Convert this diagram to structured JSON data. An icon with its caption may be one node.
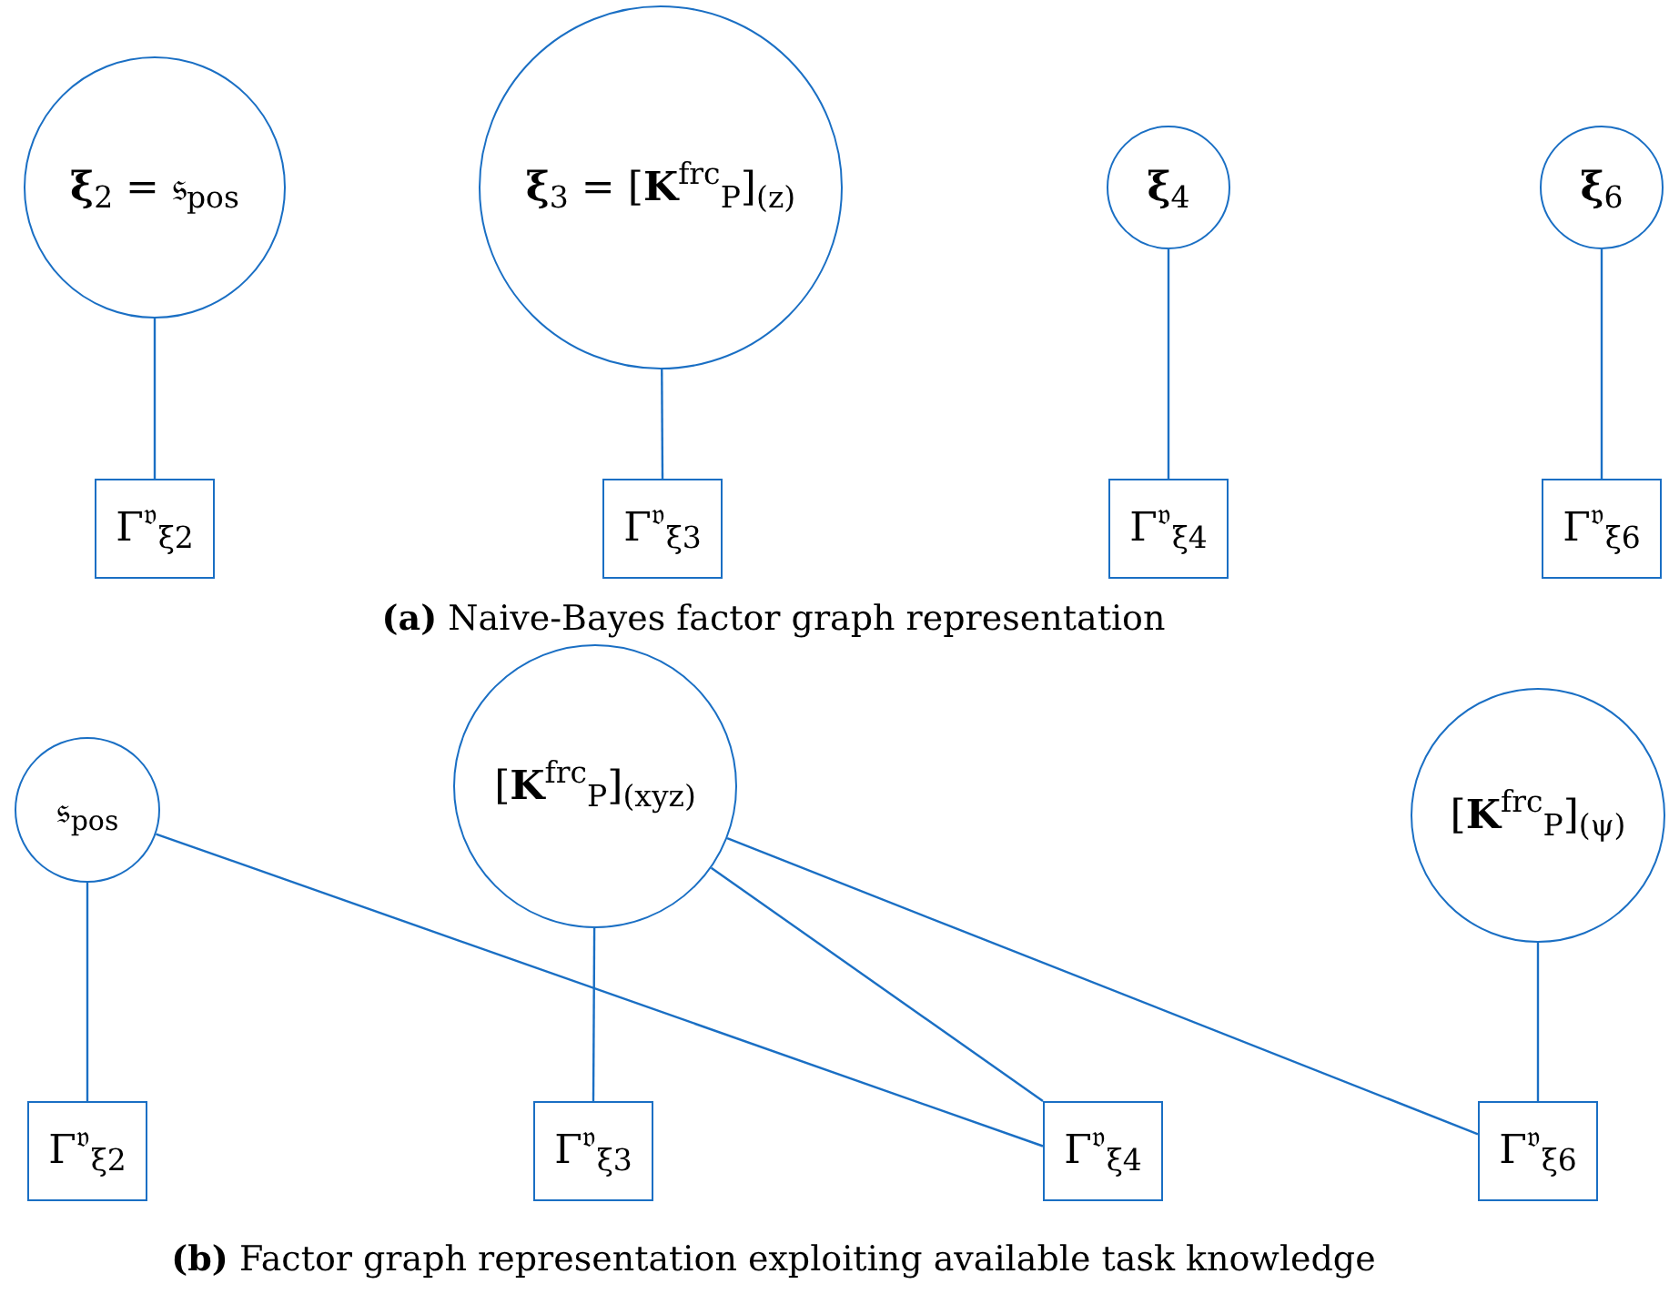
{
  "diagram": {
    "nodes": [
      {
        "text": [
          "**ξ**$_{2}$ = 𝔰$_{pos}$"
        ]
      },
      {
        "text": [
          "**ξ**$_{3}$ = [**K**$^{frc}$$_{P}$]$_{(z)}$"
        ]
      },
      {
        "text": [
          "**ξ**$_{4}$"
        ]
      },
      {
        "text": [
          "**ξ**$_{6}$"
        ]
      },
      {
        "text": [
          "Γ$^{𝔳}$$_{ξ2}$"
        ]
      },
      {
        "text": [
          "Γ$^{𝔳}$$_{ξ3}$"
        ]
      },
      {
        "text": [
          "Γ$^{𝔳}$$_{ξ4}$"
        ]
      },
      {
        "text": [
          "Γ$^{𝔳}$$_{ξ6}$"
        ]
      },
      {
        "text": [
          "𝔰$_{pos}$"
        ]
      },
      {
        "text": [
          "[**K**$^{frc}$$_{P}$]$_{(xyz)}$"
        ]
      },
      {
        "text": [
          "[**K**$^{frc}$$_{P}$]$_{(ψ)}$"
        ]
      },
      {
        "text": [
          "Γ$^{𝔳}$$_{ξ2}$"
        ]
      },
      {
        "text": [
          "Γ$^{𝔳}$$_{ξ3}$"
        ]
      },
      {
        "text": [
          "Γ$^{𝔳}$$_{ξ4}$"
        ]
      },
      {
        "text": [
          "Γ$^{𝔳}$$_{ξ6}$"
        ]
      }
    ],
    "edges": [
      {
        "from": 0,
        "to": 4,
        "arrow": "none"
      },
      {
        "from": 1,
        "to": 5,
        "arrow": "none"
      },
      {
        "from": 2,
        "to": 6,
        "arrow": "none"
      },
      {
        "from": 3,
        "to": 7,
        "arrow": "none"
      },
      {
        "from": 8,
        "to": 11,
        "arrow": "none"
      },
      {
        "from": 8,
        "to": 13,
        "arrow": "none"
      },
      {
        "from": 9,
        "to": 12,
        "arrow": "none"
      },
      {
        "from": 9,
        "to": 13,
        "arrow": "none"
      },
      {
        "from": 9,
        "to": 14,
        "arrow": "none"
      },
      {
        "from": 10,
        "to": 14,
        "arrow": "none"
      }
    ],
    "labels": [
      "**(a)** Naive-Bayes factor graph representation",
      "**(b)** Factor graph representation exploiting available task knowledge"
    ]
  }
}
